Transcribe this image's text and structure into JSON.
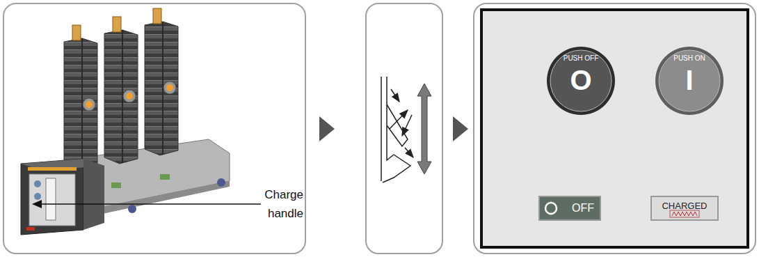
{
  "diagram": {
    "nodes": [
      {
        "text": [
          "PUSH OFF",
          "O"
        ]
      },
      {
        "text": [
          "PUSH ON",
          "I"
        ]
      },
      {
        "text": [
          "OFF"
        ]
      },
      {
        "text": [
          "CHARGED"
        ]
      }
    ],
    "labels": [
      "Charge handle"
    ]
  }
}
